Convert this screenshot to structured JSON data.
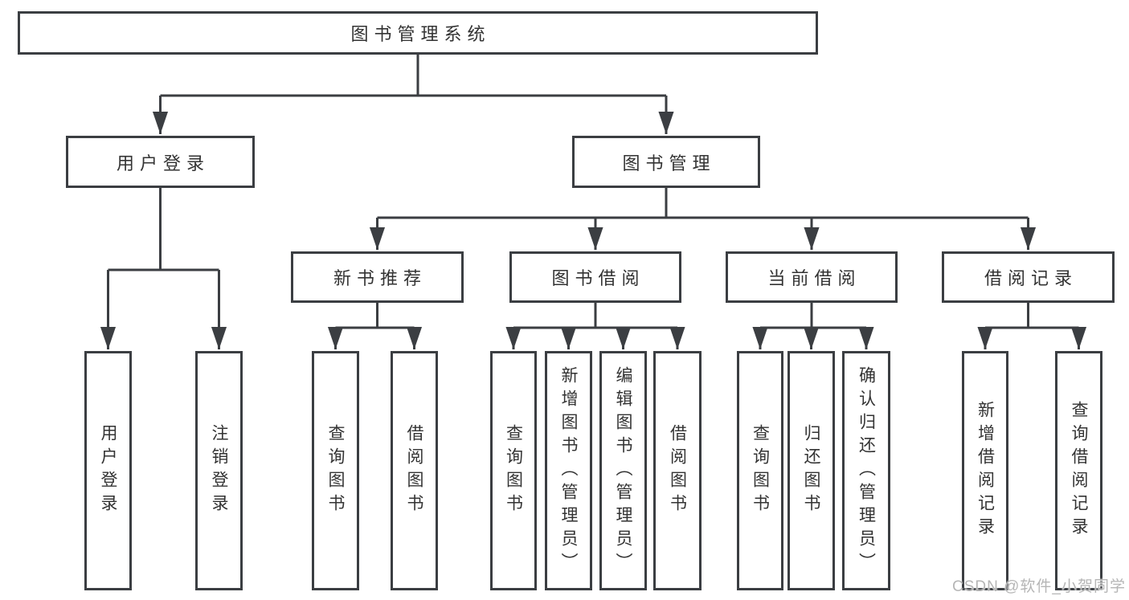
{
  "diagram_title": "图书管理系统",
  "tree": {
    "root": {
      "label": "图书管理系统"
    },
    "branches": [
      {
        "label": "用户登录",
        "children": [
          {
            "label": "用户登录"
          },
          {
            "label": "注销登录"
          }
        ]
      },
      {
        "label": "图书管理",
        "children": [
          {
            "label": "新书推荐",
            "children": [
              {
                "label": "查询图书"
              },
              {
                "label": "借阅图书"
              }
            ]
          },
          {
            "label": "图书借阅",
            "children": [
              {
                "label": "查询图书"
              },
              {
                "label": "新增图书（管理员）"
              },
              {
                "label": "编辑图书（管理员）"
              },
              {
                "label": "借阅图书"
              }
            ]
          },
          {
            "label": "当前借阅",
            "children": [
              {
                "label": "查询图书"
              },
              {
                "label": "归还图书"
              },
              {
                "label": "确认归还（管理员）"
              }
            ]
          },
          {
            "label": "借阅记录",
            "children": [
              {
                "label": "新增借阅记录"
              },
              {
                "label": "查询借阅记录"
              }
            ]
          }
        ]
      }
    ]
  },
  "watermark": {
    "text": "CSDN @软件_小贺同学"
  },
  "colors": {
    "line": "#3b3e42",
    "box_border": "#3b3e42",
    "box_fill": "#ffffff",
    "text": "#333333",
    "background": "#ffffff",
    "watermark": "#b0b0b0"
  }
}
